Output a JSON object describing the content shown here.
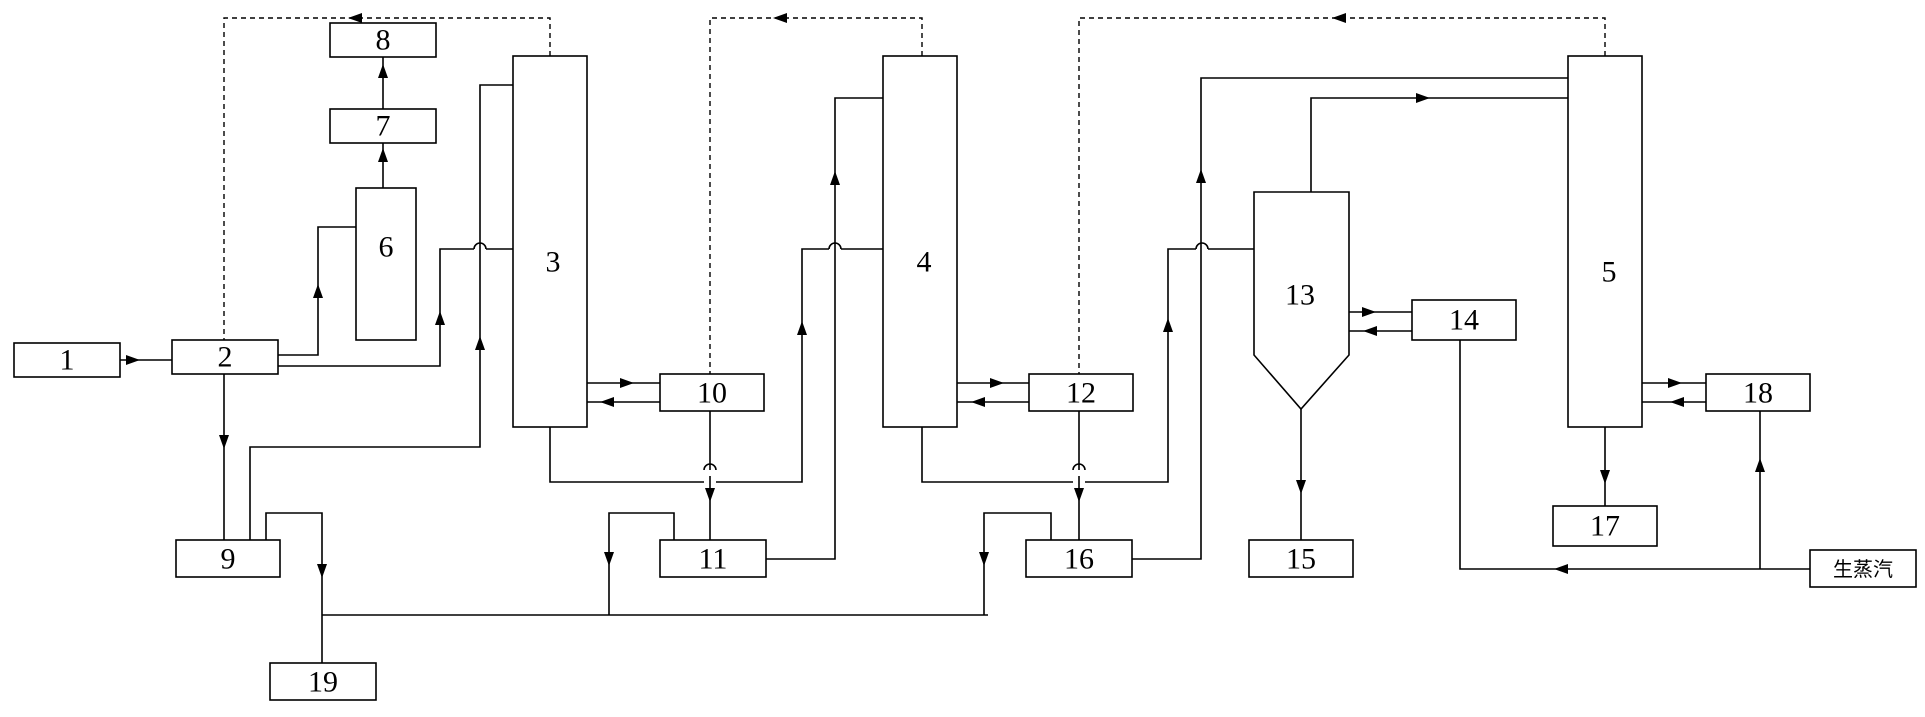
{
  "labels": {
    "u1": "1",
    "u2": "2",
    "u3": "3",
    "u4": "4",
    "u5": "5",
    "u6": "6",
    "u7": "7",
    "u8": "8",
    "u9": "9",
    "u10": "10",
    "u11": "11",
    "u12": "12",
    "u13": "13",
    "u14": "14",
    "u15": "15",
    "u16": "16",
    "u17": "17",
    "u18": "18",
    "u19": "19",
    "steam": "生蒸汽"
  }
}
